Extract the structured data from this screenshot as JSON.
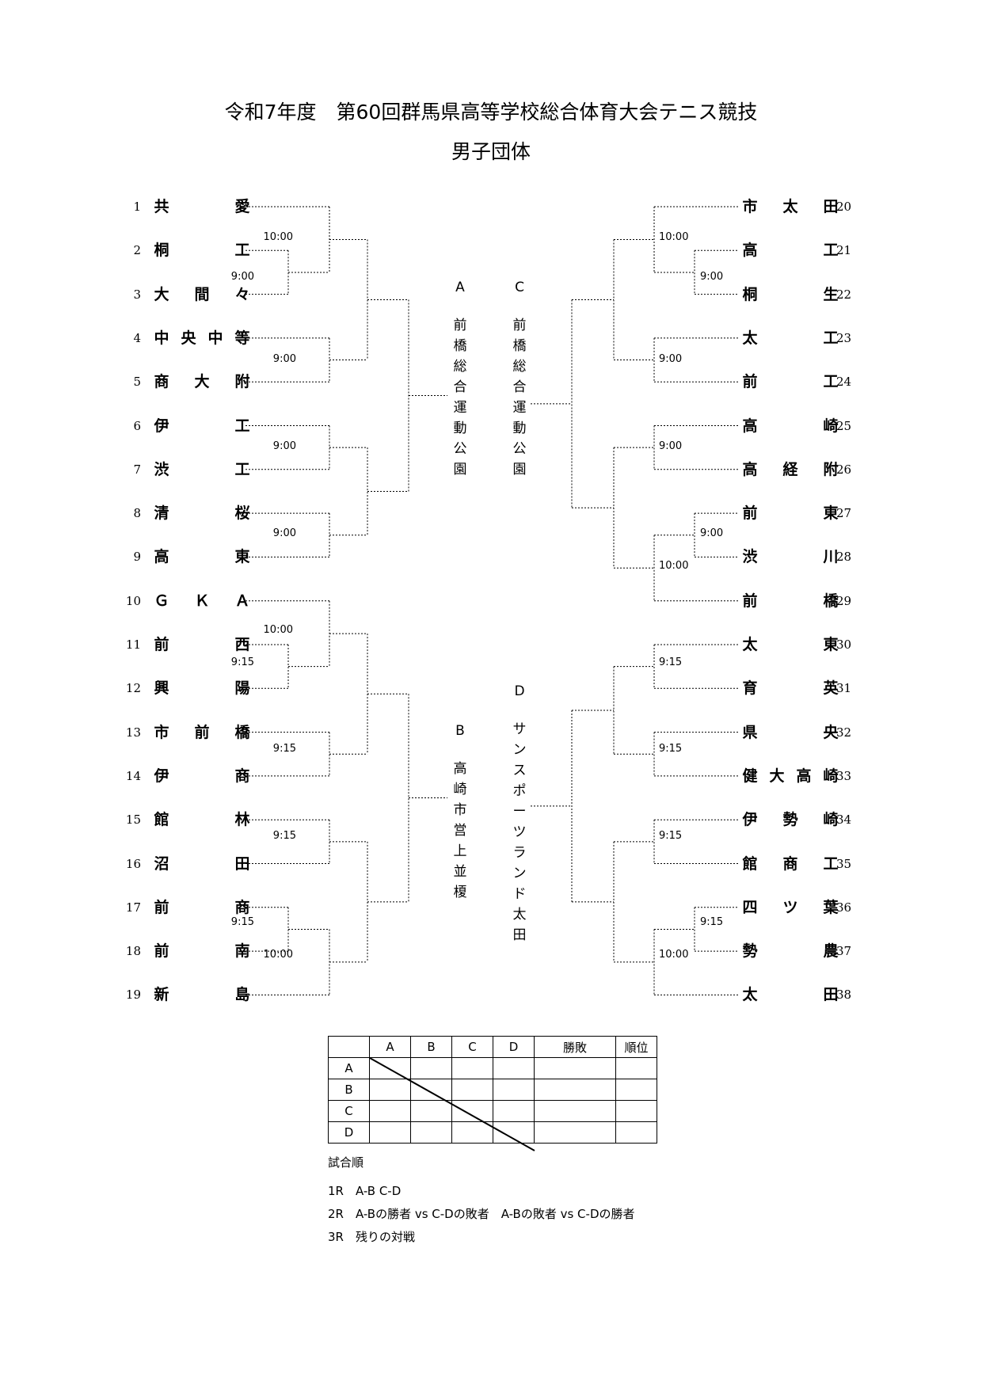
{
  "title": "令和7年度　第60回群馬県高等学校総合体育大会テニス競技",
  "subtitle": "男子団体",
  "left_teams": [
    {
      "num": "1",
      "name": "共愛"
    },
    {
      "num": "2",
      "name": "桐工"
    },
    {
      "num": "3",
      "name": "大間々"
    },
    {
      "num": "4",
      "name": "中央中等"
    },
    {
      "num": "5",
      "name": "商大附"
    },
    {
      "num": "6",
      "name": "伊工"
    },
    {
      "num": "7",
      "name": "渋工"
    },
    {
      "num": "8",
      "name": "清桜"
    },
    {
      "num": "9",
      "name": "高東"
    },
    {
      "num": "10",
      "name": "ＧＫＡ"
    },
    {
      "num": "11",
      "name": "前西"
    },
    {
      "num": "12",
      "name": "興陽"
    },
    {
      "num": "13",
      "name": "市前橋"
    },
    {
      "num": "14",
      "name": "伊商"
    },
    {
      "num": "15",
      "name": "館林"
    },
    {
      "num": "16",
      "name": "沼田"
    },
    {
      "num": "17",
      "name": "前商"
    },
    {
      "num": "18",
      "name": "前南"
    },
    {
      "num": "19",
      "name": "新島"
    }
  ],
  "right_teams": [
    {
      "num": "20",
      "name": "市太田"
    },
    {
      "num": "21",
      "name": "高工"
    },
    {
      "num": "22",
      "name": "桐生"
    },
    {
      "num": "23",
      "name": "太工"
    },
    {
      "num": "24",
      "name": "前工"
    },
    {
      "num": "25",
      "name": "高崎"
    },
    {
      "num": "26",
      "name": "高経附"
    },
    {
      "num": "27",
      "name": "前東"
    },
    {
      "num": "28",
      "name": "渋川"
    },
    {
      "num": "29",
      "name": "前橋"
    },
    {
      "num": "30",
      "name": "太東"
    },
    {
      "num": "31",
      "name": "育英"
    },
    {
      "num": "32",
      "name": "県央"
    },
    {
      "num": "33",
      "name": "健大高崎"
    },
    {
      "num": "34",
      "name": "伊勢崎"
    },
    {
      "num": "35",
      "name": "館商工"
    },
    {
      "num": "36",
      "name": "四ツ葉"
    },
    {
      "num": "37",
      "name": "勢農"
    },
    {
      "num": "38",
      "name": "太田"
    }
  ],
  "times": {
    "l1": "10:00",
    "l2": "9:00",
    "l3": "9:00",
    "l4": "9:00",
    "l5": "9:00",
    "l6": "10:00",
    "l7": "9:15",
    "l8": "9:15",
    "l9": "9:15",
    "l10": "9:15",
    "l11": "10:00",
    "r1": "10:00",
    "r2": "9:00",
    "r3": "9:00",
    "r4": "9:00",
    "r5": "9:00",
    "r6": "10:00",
    "r7": "9:15",
    "r8": "9:15",
    "r9": "9:15",
    "r10": "9:15",
    "r11": "10:00"
  },
  "venues": {
    "A": {
      "letter": "A",
      "name": "前橋総合運動公園"
    },
    "B": {
      "letter": "B",
      "name": "高崎市営上並榎"
    },
    "C": {
      "letter": "C",
      "name": "前橋総合運動公園"
    },
    "D": {
      "letter": "D",
      "name": "サンスポーツランド太田"
    }
  },
  "result_table": {
    "headers": [
      "",
      "A",
      "B",
      "C",
      "D",
      "勝敗",
      "順位"
    ],
    "rows": [
      "A",
      "B",
      "C",
      "D"
    ]
  },
  "notes": {
    "heading": "試合順",
    "r1": "1R　A-B C-D",
    "r2": "2R　A-Bの勝者 vs C-Dの敗者　A-Bの敗者 vs C-Dの勝者",
    "r3": "3R　残りの対戦"
  }
}
